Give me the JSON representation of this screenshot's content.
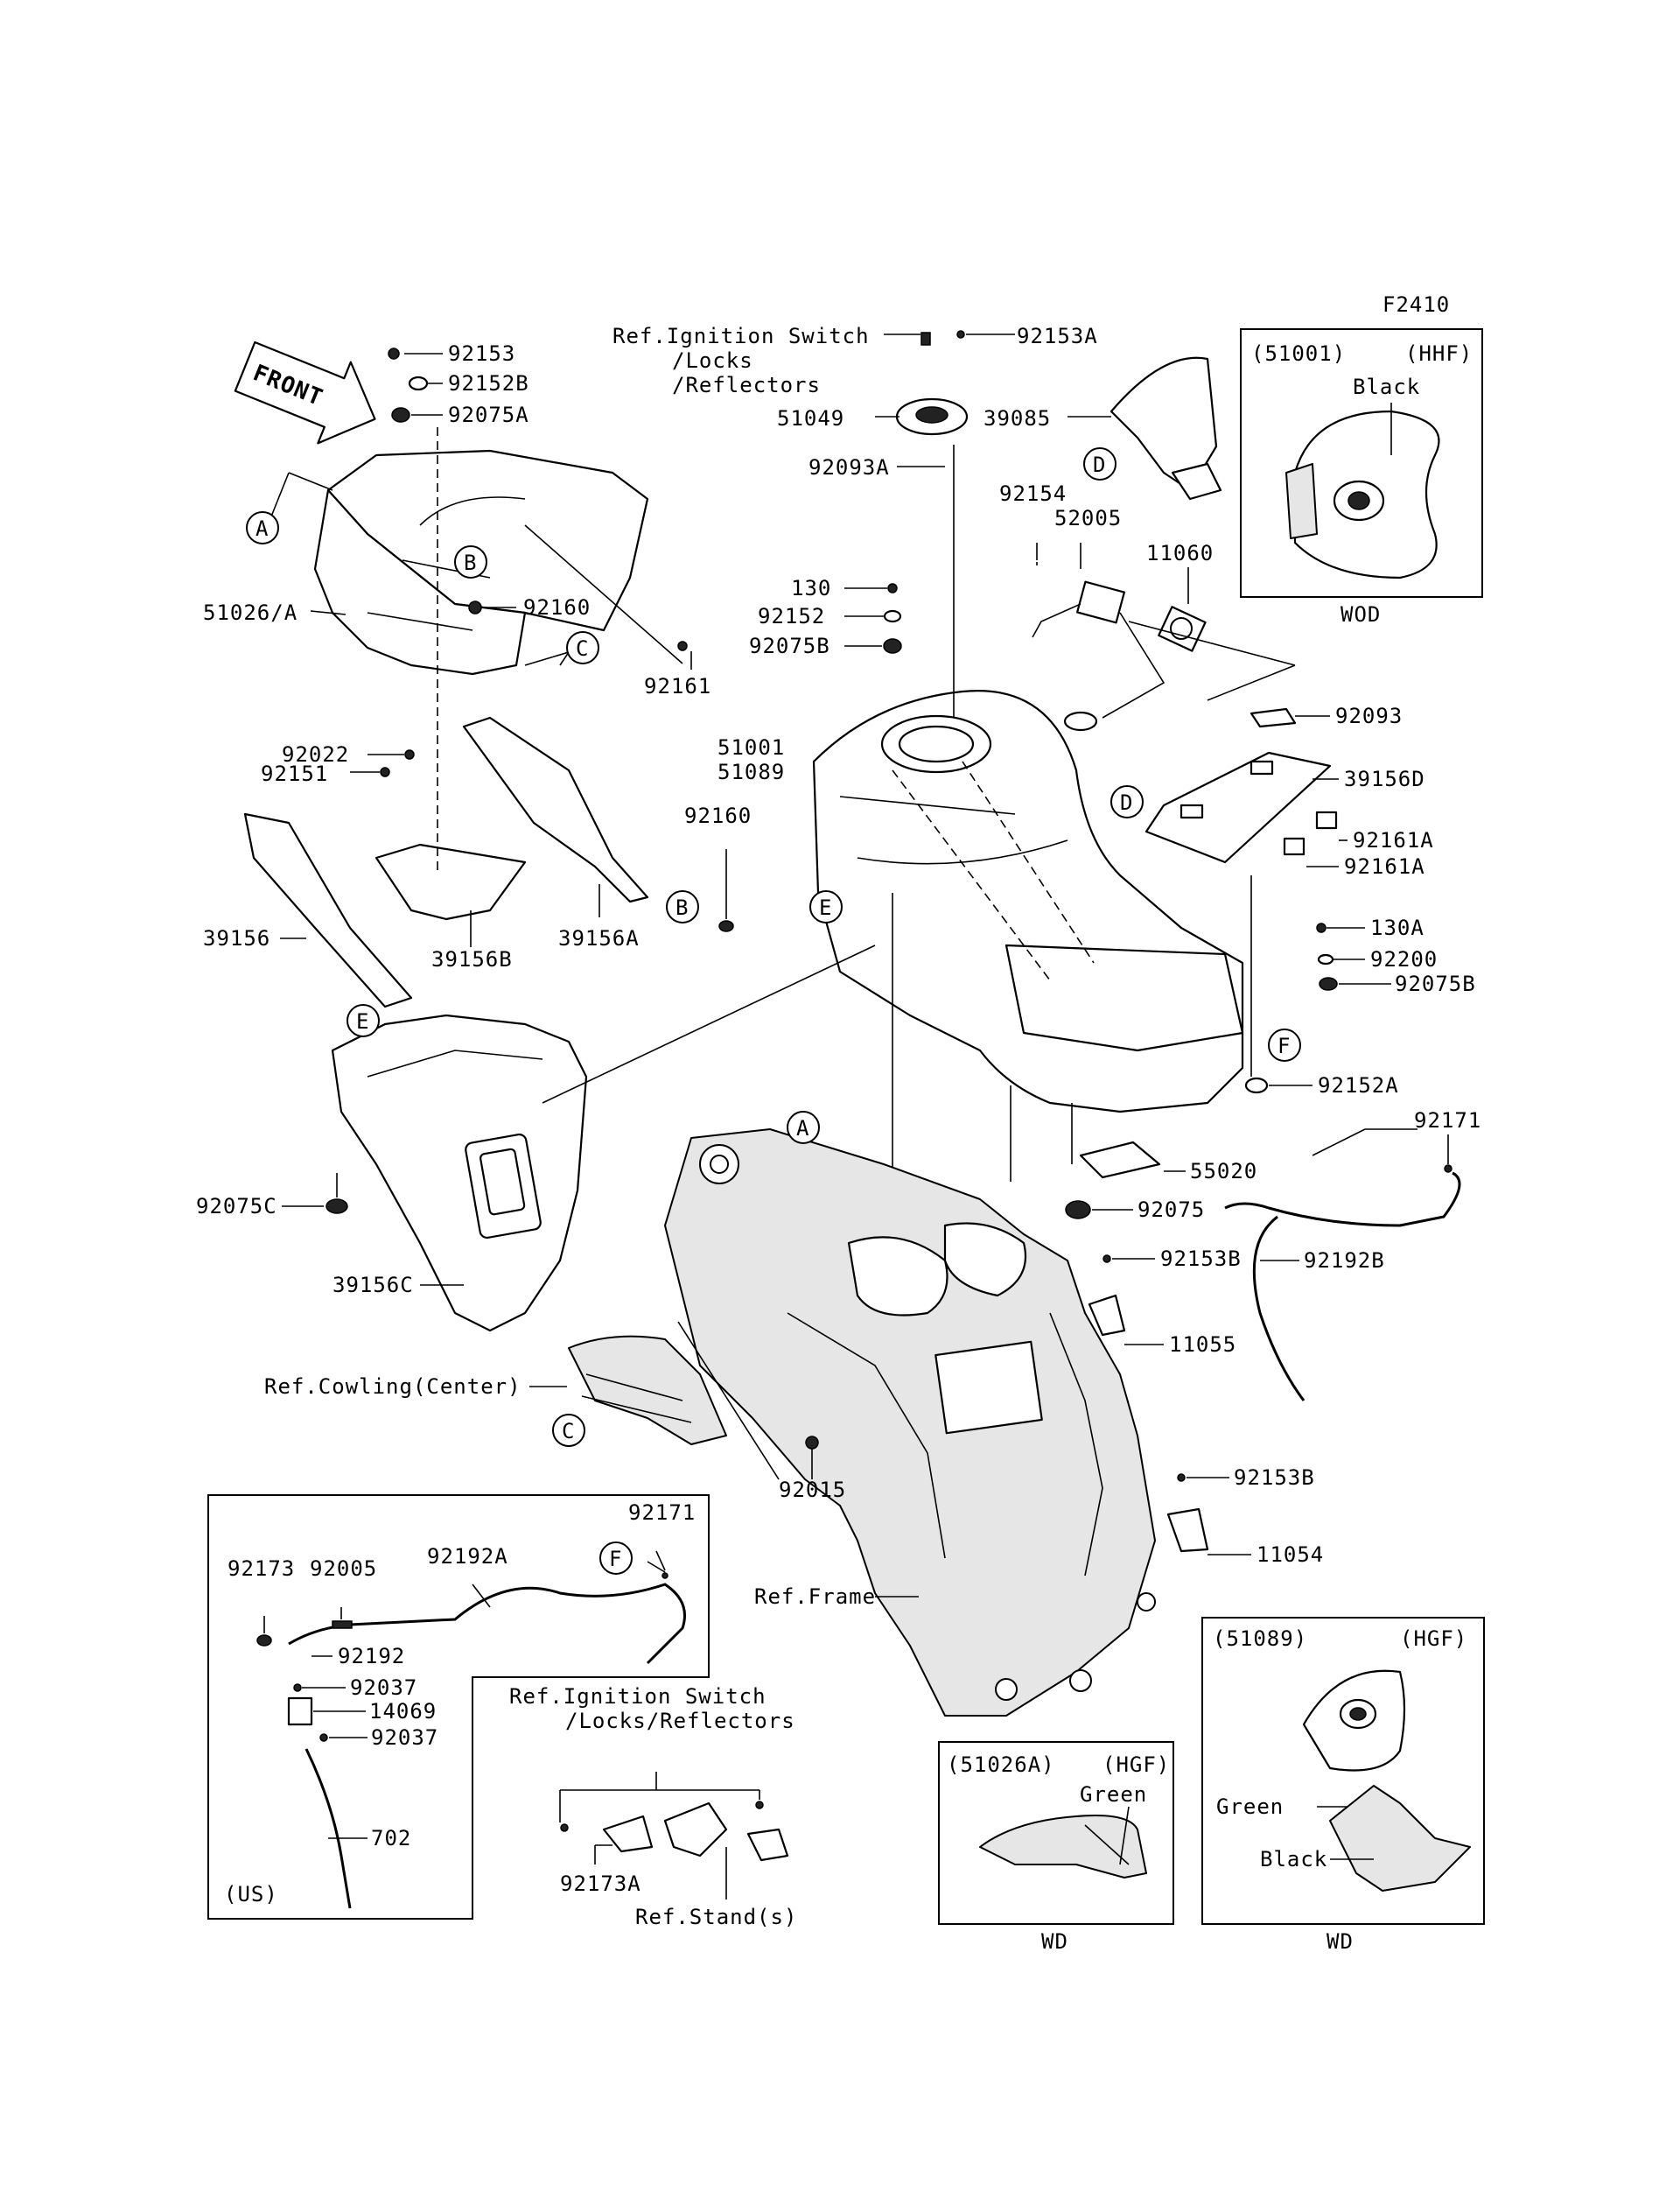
{
  "figure_code": "F2410",
  "front_label": "FRONT",
  "refs": {
    "ignition_top_1": "Ref.Ignition Switch",
    "ignition_top_2": "/Locks",
    "ignition_top_3": "/Reflectors",
    "cowling": "Ref.Cowling(Center)",
    "frame": "Ref.Frame",
    "ignition_bottom_1": "Ref.Ignition Switch",
    "ignition_bottom_2": "/Locks/Reflectors",
    "stand": "Ref.Stand(s)"
  },
  "parts": {
    "p92153": "92153",
    "p92152B": "92152B",
    "p92075A": "92075A",
    "p51026A": "51026/A",
    "p92160a": "92160",
    "p92022": "92022",
    "p92151": "92151",
    "p39156": "39156",
    "p39156B": "39156B",
    "p39156A": "39156A",
    "p92161": "92161",
    "p51049": "51049",
    "p92093A": "92093A",
    "p92153A": "92153A",
    "p39085": "39085",
    "p92154": "92154",
    "p52005": "52005",
    "p11060": "11060",
    "p130": "130",
    "p92152": "92152",
    "p92075B": "92075B",
    "p51001": "51001",
    "p51089": "51089",
    "p92160b": "92160",
    "p92093": "92093",
    "p39156D": "39156D",
    "p92161Aa": "92161A",
    "p92161Ab": "92161A",
    "p130A": "130A",
    "p92200": "92200",
    "p92075Bb": "92075B",
    "p92152A": "92152A",
    "p92171a": "92171",
    "p55020": "55020",
    "p92075": "92075",
    "p92075C": "92075C",
    "p39156C": "39156C",
    "p92153Ba": "92153B",
    "p92192B": "92192B",
    "p11055": "11055",
    "p92015": "92015",
    "p92153Bb": "92153B",
    "p11054": "11054",
    "p92171b": "92171",
    "p92173": "92173",
    "p92005": "92005",
    "p92192A": "92192A",
    "p92192": "92192",
    "p92037a": "92037",
    "p14069": "14069",
    "p92037b": "92037",
    "p702": "702",
    "p92173A": "92173A"
  },
  "callouts": {
    "a1": "A",
    "a2": "A",
    "b1": "B",
    "b2": "B",
    "c1": "C",
    "c2": "C",
    "d1": "D",
    "d2": "D",
    "e1": "E",
    "e2": "E",
    "f1": "F",
    "f2": "F"
  },
  "us_box": {
    "label": "(US)"
  },
  "variant_51001": {
    "part": "(51001)",
    "code": "(HHF)",
    "color": "Black",
    "model": "WOD"
  },
  "variant_51026A": {
    "part": "(51026A)",
    "code": "(HGF)",
    "color": "Green",
    "model": "WD"
  },
  "variant_51089": {
    "part": "(51089)",
    "code": "(HGF)",
    "color1": "Green",
    "color2": "Black",
    "model": "WD"
  }
}
